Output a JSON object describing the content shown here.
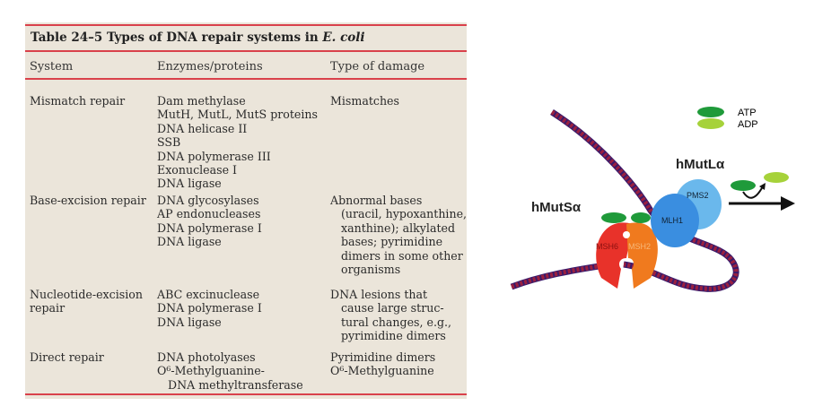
{
  "table": {
    "title_prefix": "Table 24–5 Types of DNA repair systems in ",
    "title_italic": "E. coli",
    "headers": [
      "System",
      "Enzymes/proteins",
      "Type of damage"
    ],
    "rows": [
      {
        "system": [
          "Mismatch repair"
        ],
        "enzymes": [
          "Dam methylase",
          "MutH, MutL, MutS proteins",
          "DNA helicase II",
          "SSB",
          "DNA polymerase III",
          "Exonuclease I",
          "DNA ligase"
        ],
        "damage": [
          "Mismatches"
        ]
      },
      {
        "system": [
          "Base-excision repair"
        ],
        "enzymes": [
          "DNA glycosylases",
          "AP endonucleases",
          "DNA polymerase I",
          "DNA ligase"
        ],
        "damage": [
          "Abnormal bases",
          "(uracil, hypoxanthine,",
          "xanthine); alkylated",
          "bases; pyrimidine",
          "dimers in some other",
          "organisms"
        ]
      },
      {
        "system": [
          "Nucleotide-excision",
          "repair"
        ],
        "enzymes": [
          "ABC excinuclease",
          "DNA polymerase I",
          "DNA ligase"
        ],
        "damage": [
          "DNA lesions that",
          "cause large struc-",
          "tural changes, e.g.,",
          "pyrimidine dimers"
        ]
      },
      {
        "system": [
          "Direct repair"
        ],
        "enzymes": [
          "DNA photolyases",
          "O⁶-Methylguanine-",
          "DNA methyltransferase"
        ],
        "damage": [
          "Pyrimidine dimers",
          "O⁶-Methylguanine"
        ]
      }
    ]
  },
  "diagram": {
    "legend": {
      "atp": "ATP",
      "adp": "ADP"
    },
    "complex_s": "hMutSα",
    "complex_l": "hMutLα",
    "proteins": {
      "msh6": "MSH6",
      "msh2": "MSH2",
      "mlh1": "MLH1",
      "pms2": "PMS2"
    },
    "colors": {
      "atp": "#1f9a3a",
      "adp": "#a6d23a",
      "msh6": "#e8322a",
      "msh2": "#f07a1e",
      "mlh1": "#3a8ee0",
      "pms2": "#6ab8ec",
      "dna": "#7a1f4a"
    }
  }
}
